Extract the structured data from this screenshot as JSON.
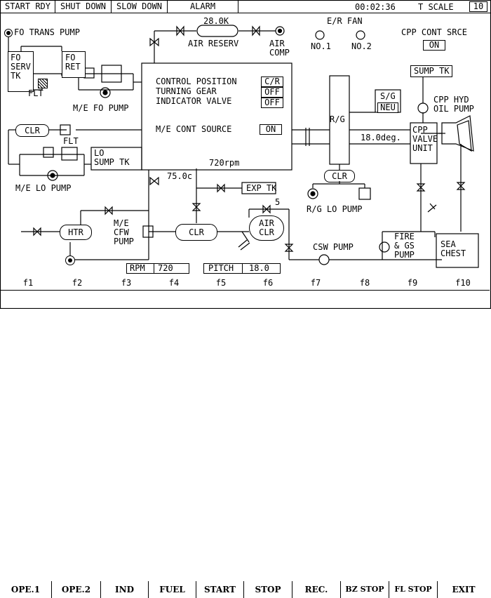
{
  "header": {
    "start_rdy": "START RDY",
    "shut_down": "SHUT DOWN",
    "slow_down": "SLOW DOWN",
    "alarm": "ALARM",
    "time": "00:02:36",
    "t_scale_label": "T SCALE",
    "t_scale_value": "10"
  },
  "fuel_system": {
    "fo_trans_pump": "FO TRANS PUMP",
    "fo_serv_tk": "FO\nSERV\nTK",
    "fo_ret": "FO\nRET",
    "flt": "FLT",
    "me_fo_pump": "M/E FO PUMP"
  },
  "air": {
    "air_pressure": "28.0K",
    "air_reserv": "AIR RESERV",
    "air_comp": "AIR\nCOMP"
  },
  "er_fan": {
    "title": "E/R FAN",
    "no1": "NO.1",
    "no2": "NO.2"
  },
  "cpp": {
    "cont_srce_label": "CPP CONT SRCE",
    "cont_srce_value": "ON",
    "sump_tk": "SUMP TK",
    "hyd_oil_pump": "CPP HYD\nOIL PUMP",
    "valve_unit": "CPP\nVALVE\nUNIT",
    "pitch_angle": "18.0deg."
  },
  "engine_panel": {
    "control_position_label": "CONTROL POSITION",
    "control_position_value": "C/R",
    "turning_gear_label": "TURNING GEAR",
    "turning_gear_value": "OFF",
    "indicator_valve_label": "INDICATOR VALVE",
    "indicator_valve_value": "OFF",
    "me_cont_source_label": "M/E CONT SOURCE",
    "me_cont_source_value": "ON",
    "rpm_display": "720rpm"
  },
  "lube": {
    "clr": "CLR",
    "flt": "FLT",
    "lo_sump_tk": "LO\nSUMP TK",
    "me_lo_pump": "M/E LO PUMP"
  },
  "gear": {
    "rg": "R/G",
    "sg": "S/G",
    "sg_value": "NEU",
    "rg_clr": "CLR",
    "rg_lo_pump": "R/G LO PUMP"
  },
  "cooling": {
    "temperature": "75.0c",
    "exp_tk": "EXP TK",
    "htr": "HTR",
    "me_cfw_pump": "M/E\nCFW\nPUMP",
    "clr": "CLR",
    "air_clr": "AIR\nCLR",
    "air_clr_num": "5",
    "csw_pump": "CSW PUMP",
    "fire_gs_pump": "FIRE\n& GS\nPUMP",
    "sea_chest": "SEA\nCHEST"
  },
  "status": {
    "rpm_label": "RPM",
    "rpm_value": "720",
    "pitch_label": "PITCH",
    "pitch_value": "18.0"
  },
  "fkeys": [
    "f1",
    "f2",
    "f3",
    "f4",
    "f5",
    "f6",
    "f7",
    "f8",
    "f9",
    "f10"
  ],
  "buttons": [
    "OPE.1",
    "OPE.2",
    "IND",
    "FUEL",
    "START",
    "STOP",
    "REC.",
    "BZ STOP",
    "FL STOP",
    "EXIT"
  ]
}
